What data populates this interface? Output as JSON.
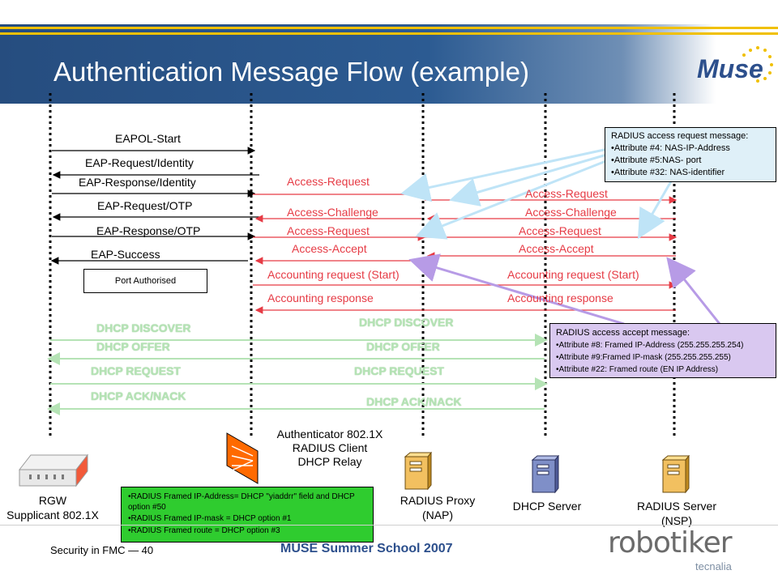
{
  "title": "Authentication Message Flow (example)",
  "messages_left": [
    "EAPOL-Start",
    "EAP-Request/Identity",
    "EAP-Response/Identity",
    "EAP-Request/OTP",
    "EAP-Response/OTP",
    "EAP-Success"
  ],
  "port_authorised": "Port Authorised",
  "messages_mid": [
    "Access-Request",
    "Access-Challenge",
    "Access-Request",
    "Access-Accept",
    "Accounting request (Start)",
    "Accounting response"
  ],
  "messages_right": [
    "Access-Request",
    "Access-Challenge",
    "Access-Request",
    "Access-Accept",
    "Accounting request (Start)",
    "Accounting response"
  ],
  "dhcp_left": [
    "DHCP DISCOVER",
    "DHCP OFFER",
    "DHCP REQUEST",
    "DHCP ACK/NACK"
  ],
  "dhcp_mid": [
    "DHCP DISCOVER",
    "DHCP OFFER",
    "DHCP REQUEST",
    "DHCP ACK/NACK"
  ],
  "radius_request_box": {
    "title": "RADIUS access request message:",
    "items": [
      "Attribute #4: NAS-IP-Address",
      "Attribute #5:NAS- port",
      "Attribute #32: NAS-identifier"
    ]
  },
  "radius_accept_box": {
    "title": "RADIUS access accept message:",
    "items": [
      "Attribute #8: Framed IP-Address (255.255.255.254)",
      "Attribute #9:Framed IP-mask (255.255.255.255)",
      "Attribute #22: Framed route (EN IP Address)"
    ]
  },
  "green_box": {
    "items": [
      "RADIUS Framed IP-Address= DHCP \"yiaddrr\" field and DHCP option #50",
      "RADIUS Framed IP-mask = DHCP option #1",
      "RADIUS Framed route = DHCP option #3"
    ]
  },
  "entities": {
    "rgw": [
      "RGW",
      "Supplicant 802.1X"
    ],
    "authenticator": [
      "Authenticator 802.1X",
      "RADIUS Client",
      "DHCP Relay"
    ],
    "radius_proxy": [
      "RADIUS Proxy",
      "(NAP)"
    ],
    "dhcp_server": [
      "DHCP Server"
    ],
    "radius_server": [
      "RADIUS Server",
      "(NSP)"
    ]
  },
  "footer": {
    "left": "Security in FMC — 40",
    "center": "MUSE Summer School 2007",
    "logo_main": "robotiker",
    "logo_sub": "tecnalia",
    "muse_logo": "Muse"
  },
  "colors": {
    "red": "#e63b45",
    "blue_arrow": "#bfe4f7",
    "purple_arrow": "#b79be6",
    "dhcp_green": "#b5e3b5",
    "header_blue": "#2c5b92"
  }
}
